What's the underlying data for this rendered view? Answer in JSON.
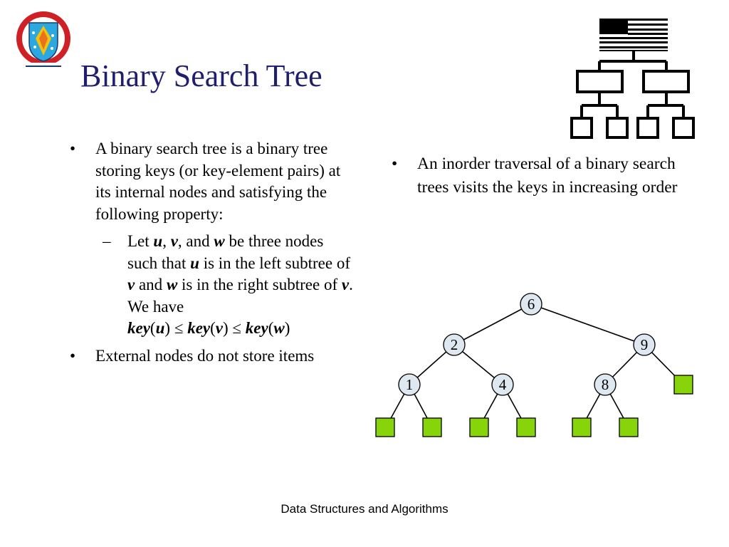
{
  "slide": {
    "title": "Binary Search Tree",
    "footer": "Data Structures and Algorithms"
  },
  "logo": {
    "name": "institute-emblem-logo",
    "colors": {
      "ring": "#cf2026",
      "shield": "#2aa8df",
      "flame": "#f4c20d"
    }
  },
  "left_column": {
    "bullet_1": "A binary search tree is a binary tree storing keys (or key-element pairs) at its internal nodes and satisfying the following property:",
    "sub_bullet": {
      "dash": "–",
      "p1": "Let ",
      "u": "u",
      "comma1": ", ",
      "v": "v",
      "and1": ", and ",
      "w": "w",
      "p2": " be three nodes such that ",
      "p3": " is in the left subtree of ",
      "p4": " and ",
      "p5": " is in the right subtree of ",
      "p6": ". We have",
      "key": "key",
      "open": "(",
      "close": ")",
      "le": " ≤ "
    },
    "bullet_2": "External nodes do not store items"
  },
  "right_column": {
    "bullet_1": "An inorder traversal of a binary search trees visits the keys in increasing order"
  },
  "bullet_char": "•",
  "tree_diagram": {
    "nodes": [
      {
        "label": "6",
        "level": 0
      },
      {
        "label": "2",
        "level": 1,
        "parent": "6"
      },
      {
        "label": "9",
        "level": 1,
        "parent": "6"
      },
      {
        "label": "1",
        "level": 2,
        "parent": "2"
      },
      {
        "label": "4",
        "level": 2,
        "parent": "2"
      },
      {
        "label": "8",
        "level": 2,
        "parent": "9"
      }
    ],
    "external_leaf_color": "#87d40a",
    "internal_node_color": "#dfe8f0"
  },
  "tree_icon": {
    "name": "org-tree-icon",
    "color": "#000000"
  }
}
